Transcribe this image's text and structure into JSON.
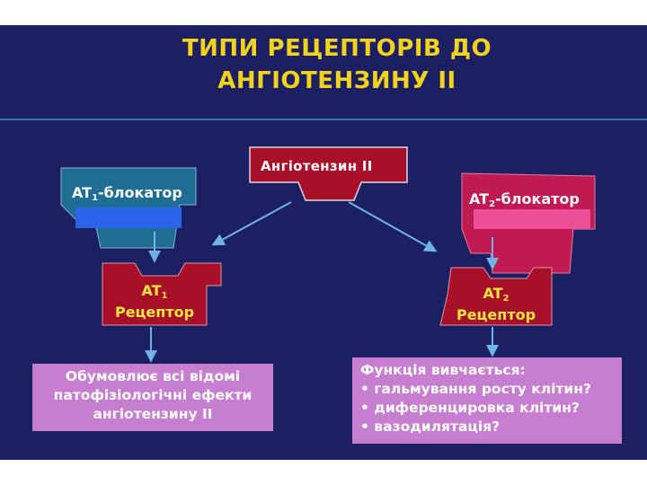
{
  "title": {
    "line1": "ТИПИ РЕЦЕПТОРІВ ДО",
    "line2": "АНГІОТЕНЗИНУ ІІ"
  },
  "diagram": {
    "angiotensin": "Ангіотензин  ІІ",
    "at1_blocker": {
      "prefix": "AT",
      "sub": "1",
      "suffix": "-блокатор"
    },
    "at2_blocker": {
      "prefix": "AT",
      "sub": "2",
      "suffix": "-блокатор"
    },
    "at1_receptor": {
      "prefix": "AT",
      "sub": "1",
      "line2": "Рецептор"
    },
    "at2_receptor": {
      "prefix": "AT",
      "sub": "2",
      "line2": "Рецептор"
    },
    "at1_effect": {
      "line1": "Обумовлює всі відомі",
      "line2": "патофізіологічні ефекти",
      "line3": "ангіотензину ІІ"
    },
    "at2_function": {
      "line1": "Функція вивчається:",
      "line2": "• гальмування росту клітин?",
      "line3": "• диференцировка клітин?",
      "line4": "• вазодилятація?"
    }
  },
  "colors": {
    "background": "#1c1f62",
    "title": "#f2d21f",
    "at1_blocker_fill": "#1f6d93",
    "at2_blocker_fill": "#c01a52",
    "receptor_fill": "#a8102a",
    "effect_box_fill": "#c77ed1",
    "arrow": "#6fb4e6",
    "blue_bar": "#2a64e8",
    "pink_bar": "#ea4f98"
  }
}
